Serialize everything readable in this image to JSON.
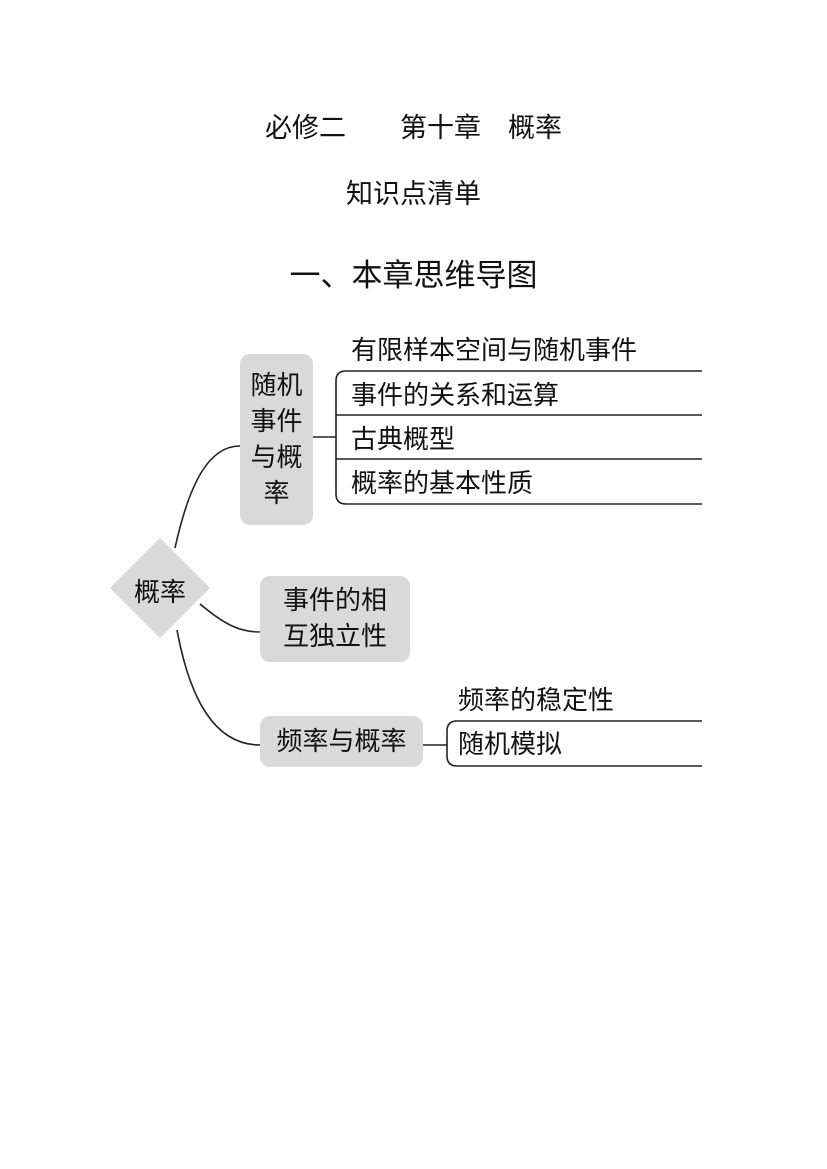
{
  "header": {
    "title": "必修二　　第十章　概率",
    "subtitle": "知识点清单",
    "section": "一、本章思维导图"
  },
  "mindmap": {
    "root": "概率",
    "branches": [
      {
        "label": "随机\n事件\n与概\n率",
        "children": [
          "有限样本空间与随机事件",
          "事件的关系和运算",
          "古典概型",
          "概率的基本性质"
        ]
      },
      {
        "label": "事件的相\n互独立性",
        "children": []
      },
      {
        "label": "频率与概率",
        "children": [
          "频率的稳定性",
          "随机模拟"
        ]
      }
    ]
  }
}
